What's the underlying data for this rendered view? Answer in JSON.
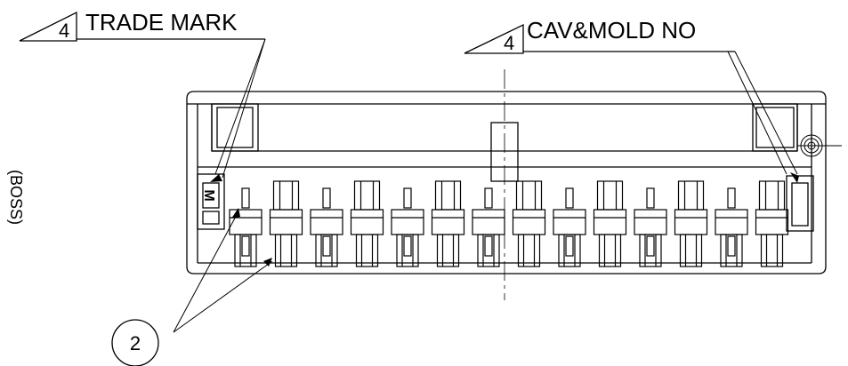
{
  "callouts": {
    "trade_mark": {
      "label": "TRADE MARK",
      "revision": "4"
    },
    "cav_mold_no": {
      "label": "CAV&MOLD NO",
      "revision": "4"
    }
  },
  "balloon": {
    "number": "2"
  },
  "side_note": "(BOSS)",
  "mark_letter": "M",
  "colors": {
    "line": "#000000",
    "background": "#ffffff"
  }
}
